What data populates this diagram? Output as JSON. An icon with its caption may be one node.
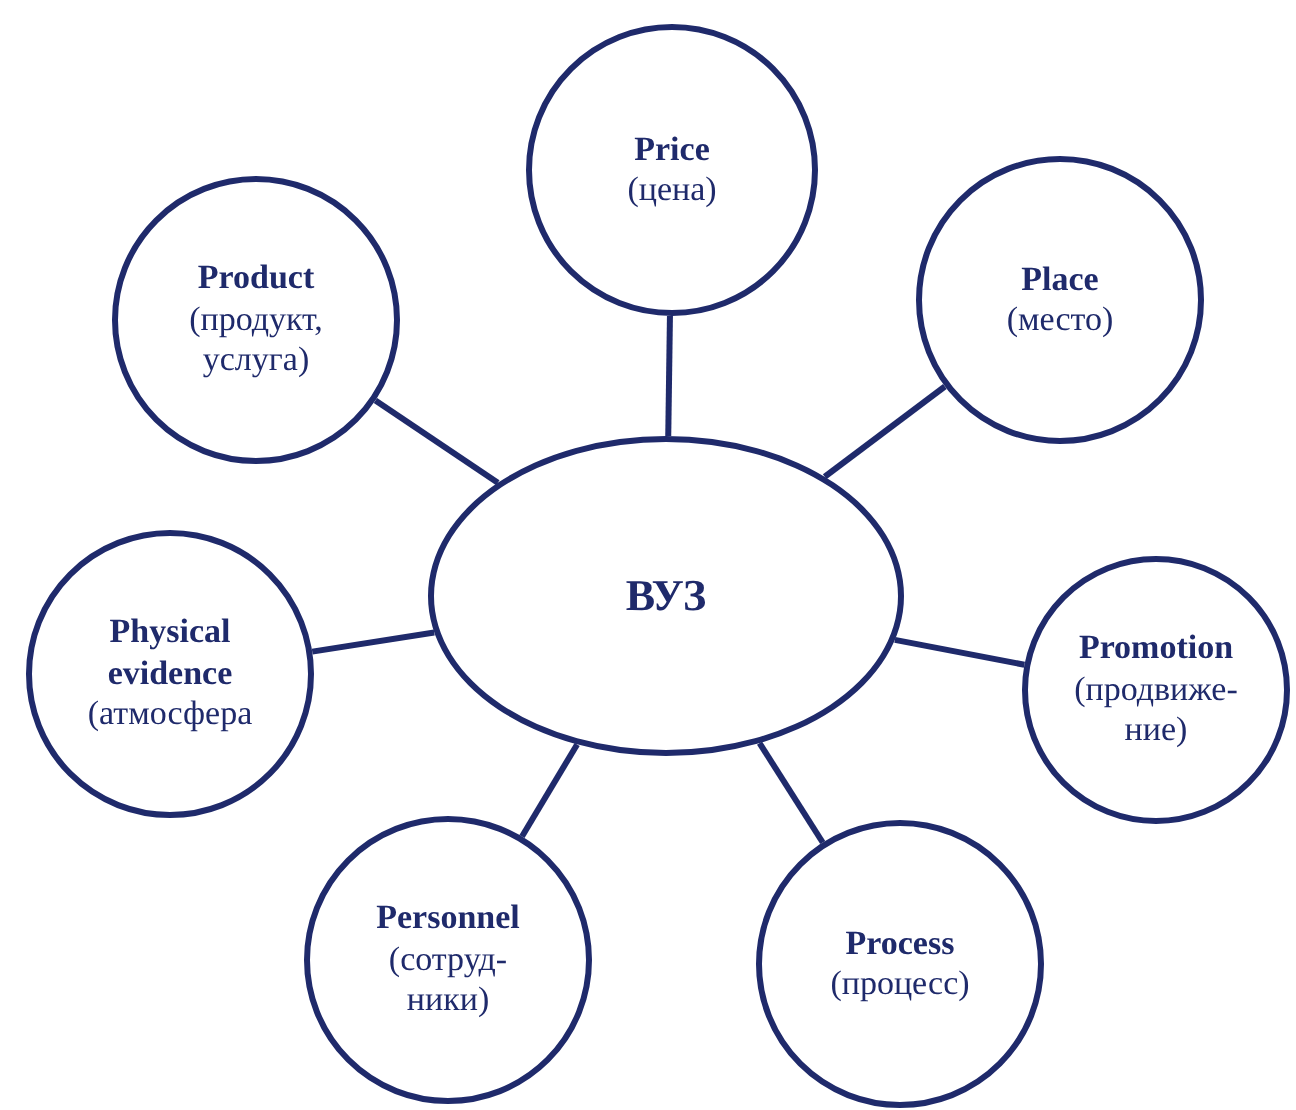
{
  "diagram": {
    "nodes": [
      {
        "text": [
          "Price",
          "(цена)"
        ]
      },
      {
        "text": [
          "Product",
          "(продукт, услуга)"
        ]
      },
      {
        "text": [
          "Place",
          "(место)"
        ]
      },
      {
        "text": [
          "ВУЗ"
        ]
      },
      {
        "text": [
          "Physical evidence",
          "(атмосфера"
        ]
      },
      {
        "text": [
          "Promotion",
          "(продвиже- ние)"
        ]
      },
      {
        "text": [
          "Personnel",
          "(сотруд- ники)"
        ]
      },
      {
        "text": [
          "Process",
          "(процесс)"
        ]
      }
    ],
    "edges": [
      {
        "from": 3,
        "to": 0,
        "arrow": "none"
      },
      {
        "from": 3,
        "to": 1,
        "arrow": "none"
      },
      {
        "from": 3,
        "to": 2,
        "arrow": "none"
      },
      {
        "from": 3,
        "to": 4,
        "arrow": "none"
      },
      {
        "from": 3,
        "to": 5,
        "arrow": "none"
      },
      {
        "from": 3,
        "to": 6,
        "arrow": "none"
      },
      {
        "from": 3,
        "to": 7,
        "arrow": "none"
      }
    ]
  }
}
